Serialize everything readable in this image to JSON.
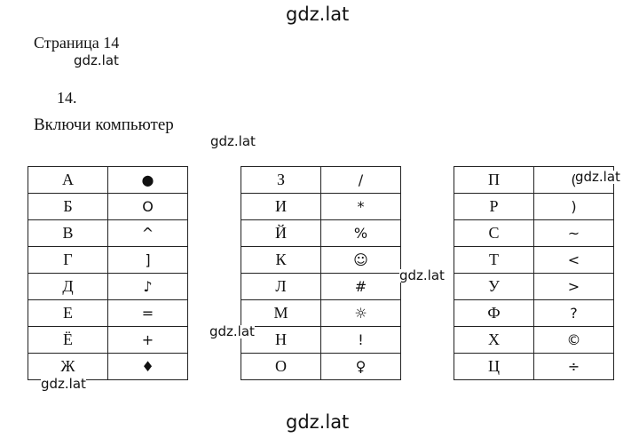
{
  "watermark": "gdz.lat",
  "page_label": "Страница 14",
  "task_number": "14.",
  "instruction": "Включи компьютер",
  "tables": [
    {
      "rows": [
        {
          "letter": "А",
          "symbol": "●"
        },
        {
          "letter": "Б",
          "symbol": "О"
        },
        {
          "letter": "В",
          "symbol": "^"
        },
        {
          "letter": "Г",
          "symbol": "]"
        },
        {
          "letter": "Д",
          "symbol": "♪"
        },
        {
          "letter": "Е",
          "symbol": "="
        },
        {
          "letter": "Ё",
          "symbol": "+"
        },
        {
          "letter": "Ж",
          "symbol": "♦"
        }
      ]
    },
    {
      "rows": [
        {
          "letter": "З",
          "symbol": "/"
        },
        {
          "letter": "И",
          "symbol": "*"
        },
        {
          "letter": "Й",
          "symbol": "%"
        },
        {
          "letter": "К",
          "symbol": "☺"
        },
        {
          "letter": "Л",
          "symbol": "#"
        },
        {
          "letter": "М",
          "symbol": "☼"
        },
        {
          "letter": "Н",
          "symbol": "!"
        },
        {
          "letter": "О",
          "symbol": "♀"
        }
      ]
    },
    {
      "rows": [
        {
          "letter": "П",
          "symbol": "("
        },
        {
          "letter": "Р",
          "symbol": ")"
        },
        {
          "letter": "С",
          "symbol": "~"
        },
        {
          "letter": "Т",
          "symbol": "<"
        },
        {
          "letter": "У",
          "symbol": ">"
        },
        {
          "letter": "Ф",
          "symbol": "?"
        },
        {
          "letter": "Х",
          "symbol": "©"
        },
        {
          "letter": "Ц",
          "symbol": "÷"
        }
      ]
    }
  ]
}
